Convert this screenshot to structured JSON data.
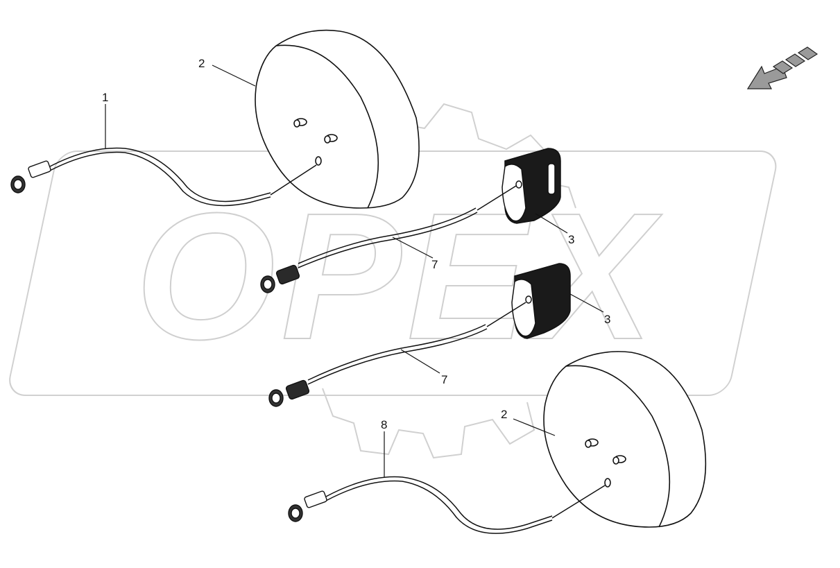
{
  "watermark": {
    "text": "OPEX",
    "color": "#d8d8d8"
  },
  "direction_arrow": {
    "icon": "direction-arrow-icon",
    "color": "#8a8a8a"
  },
  "corner_mark": "",
  "parts": [
    {
      "id": "1",
      "label": "1",
      "name": "cable"
    },
    {
      "id": "2",
      "label": "2",
      "name": "lamp"
    },
    {
      "id": "3",
      "label": "3",
      "name": "side-marker"
    },
    {
      "id": "7",
      "label": "7",
      "name": "cable"
    },
    {
      "id": "8",
      "label": "8",
      "name": "cable"
    }
  ],
  "callouts": {
    "c1": "1",
    "c2a": "2",
    "c2b": "2",
    "c3a": "3",
    "c3b": "3",
    "c7a": "7",
    "c7b": "7",
    "c8": "8"
  },
  "colors": {
    "line": "#111111",
    "part_fill": "#1a1a1a",
    "background": "#ffffff"
  }
}
